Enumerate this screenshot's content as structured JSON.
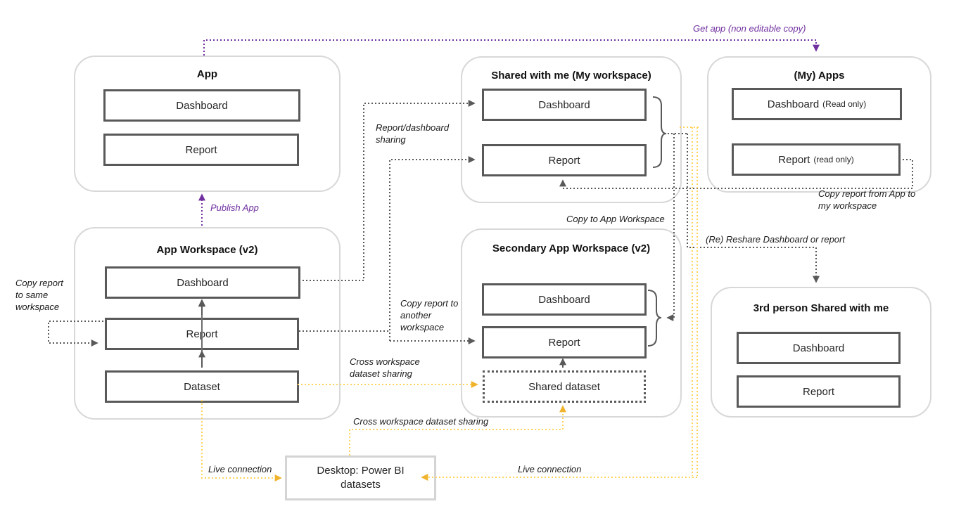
{
  "colors": {
    "purple_accent": "#7030A0",
    "gray_line": "#595959",
    "yellow_line": "#FFD45A",
    "yellow_arrow": "#F0B32C",
    "box_border": "#595959",
    "container_border": "#D8D8D8"
  },
  "containers": {
    "app": {
      "title": "App",
      "boxes": [
        "Dashboard",
        "Report"
      ]
    },
    "shared_with_me": {
      "title": "Shared with me (My workspace)",
      "boxes": [
        "Dashboard",
        "Report"
      ]
    },
    "my_apps": {
      "title": "(My) Apps",
      "boxes": [
        {
          "main": "Dashboard",
          "suffix": "(Read only)"
        },
        {
          "main": "Report",
          "suffix": "(read only)"
        }
      ]
    },
    "app_workspace": {
      "title": "App Workspace (v2)",
      "boxes": [
        "Dashboard",
        "Report",
        "Dataset"
      ]
    },
    "secondary_workspace": {
      "title": "Secondary App Workspace (v2)",
      "boxes": [
        "Dashboard",
        "Report",
        "Shared dataset"
      ]
    },
    "third_person": {
      "title": "3rd person Shared with me",
      "boxes": [
        "Dashboard",
        "Report"
      ]
    },
    "desktop": {
      "title": "Desktop: Power BI datasets"
    }
  },
  "edge_labels": {
    "get_app": "Get app (non editable copy)",
    "publish_app": "Publish App",
    "report_dashboard_sharing": "Report/dashboard sharing",
    "copy_report_same": "Copy report to same workspace",
    "copy_report_another": "Copy report to another workspace",
    "copy_to_app_workspace": "Copy to App Workspace",
    "reshare": "(Re) Reshare Dashboard or report",
    "copy_report_from_app": "Copy report from App to my workspace",
    "cross_workspace_mid": "Cross workspace dataset sharing",
    "cross_workspace_bottom": "Cross workspace dataset sharing",
    "live_connection_left": "Live connection",
    "live_connection_right": "Live connection"
  }
}
